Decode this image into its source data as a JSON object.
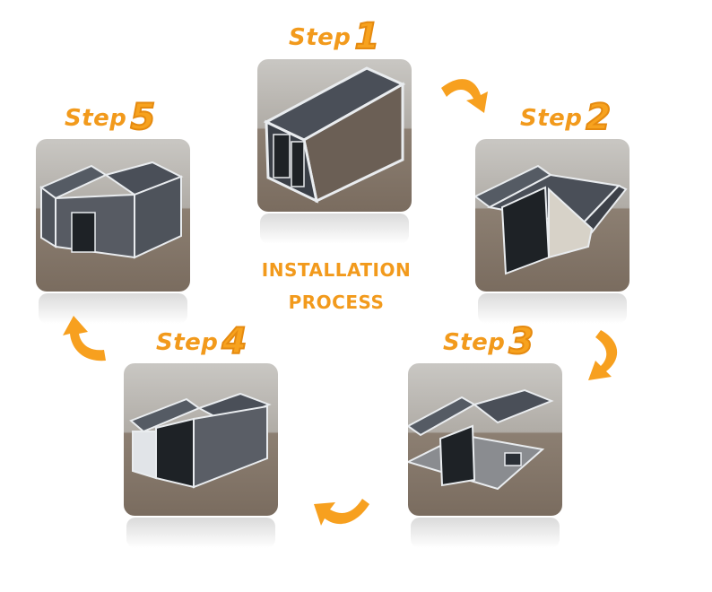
{
  "center": {
    "line1": "INSTALLATION",
    "line2": "PROCESS"
  },
  "steps": [
    {
      "word": "Step",
      "num": "1"
    },
    {
      "word": "Step",
      "num": "2"
    },
    {
      "word": "Step",
      "num": "3"
    },
    {
      "word": "Step",
      "num": "4"
    },
    {
      "word": "Step",
      "num": "5"
    }
  ],
  "colors": {
    "accent": "#f29a1c",
    "arrow": "#f7a01f",
    "roof": "#4a4f58",
    "frame": "#e9ecef",
    "floor": "#7a6c5f"
  },
  "icons": {
    "arrows": "curved-arrow-icon"
  }
}
